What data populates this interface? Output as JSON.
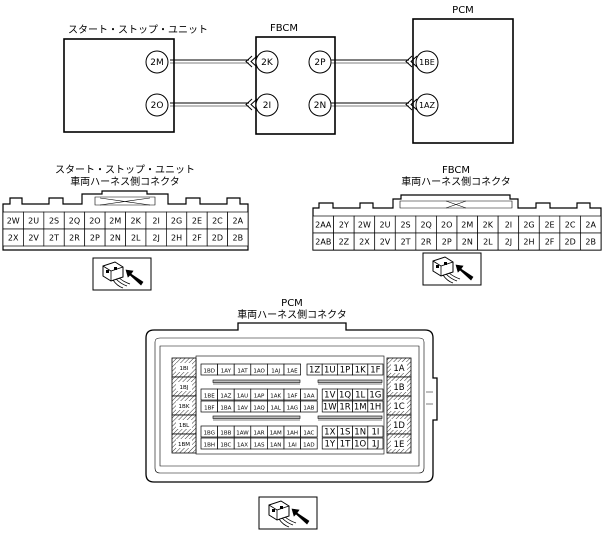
{
  "modules": {
    "ssu": {
      "title": "スタート・ストップ・ユニット",
      "pins": [
        "2M",
        "2O"
      ]
    },
    "fbcm": {
      "title": "FBCM",
      "pins_left": [
        "2K",
        "2I"
      ],
      "pins_right": [
        "2P",
        "2N"
      ]
    },
    "pcm": {
      "title": "PCM",
      "pins": [
        "1BE",
        "1AZ"
      ]
    }
  },
  "ssu_connector": {
    "title_line1": "スタート・ストップ・ユニット",
    "title_line2": "車両ハーネス側コネクタ",
    "rows": [
      [
        "2W",
        "2U",
        "2S",
        "2Q",
        "2O",
        "2M",
        "2K",
        "2I",
        "2G",
        "2E",
        "2C",
        "2A"
      ],
      [
        "2X",
        "2V",
        "2T",
        "2R",
        "2P",
        "2N",
        "2L",
        "2J",
        "2H",
        "2F",
        "2D",
        "2B"
      ]
    ]
  },
  "fbcm_connector": {
    "title_line1": "FBCM",
    "title_line2": "車両ハーネス側コネクタ",
    "rows": [
      [
        "2AA",
        "2Y",
        "2W",
        "2U",
        "2S",
        "2Q",
        "2O",
        "2M",
        "2K",
        "2I",
        "2G",
        "2E",
        "2C",
        "2A"
      ],
      [
        "2AB",
        "2Z",
        "2X",
        "2V",
        "2T",
        "2R",
        "2P",
        "2N",
        "2L",
        "2J",
        "2H",
        "2F",
        "2D",
        "2B"
      ]
    ]
  },
  "pcm_connector": {
    "title_line1": "PCM",
    "title_line2": "車両ハーネス側コネクタ",
    "left_column": [
      "1BI",
      "1BJ",
      "1BK",
      "1BL",
      "1BM"
    ],
    "right_column": [
      "1A",
      "1B",
      "1C",
      "1D",
      "1E"
    ],
    "rows": [
      {
        "small": [
          "1BD",
          "1AY",
          "1AT",
          "1AO",
          "1AJ",
          "1AE"
        ],
        "big": [
          "1Z",
          "1U",
          "1P",
          "1K",
          "1F"
        ]
      },
      {
        "small": [
          "1BE",
          "1AZ",
          "1AU",
          "1AP",
          "1AK",
          "1AF",
          "1AA"
        ],
        "big": [
          "1V",
          "1Q",
          "1L",
          "1G"
        ]
      },
      {
        "small": [
          "1BF",
          "1BA",
          "1AV",
          "1AQ",
          "1AL",
          "1AG",
          "1AB"
        ],
        "big": [
          "1W",
          "1R",
          "1M",
          "1H"
        ]
      },
      {
        "small": [
          "1BG",
          "1BB",
          "1AW",
          "1AR",
          "1AM",
          "1AH",
          "1AC"
        ],
        "big": [
          "1X",
          "1S",
          "1N",
          "1I"
        ]
      },
      {
        "small": [
          "1BH",
          "1BC",
          "1AX",
          "1AS",
          "1AN",
          "1AI",
          "1AD"
        ],
        "big": [
          "1Y",
          "1T",
          "1O",
          "1J"
        ]
      }
    ]
  },
  "icons": [
    "connector-view-icon",
    "connector-view-icon",
    "connector-view-icon"
  ]
}
